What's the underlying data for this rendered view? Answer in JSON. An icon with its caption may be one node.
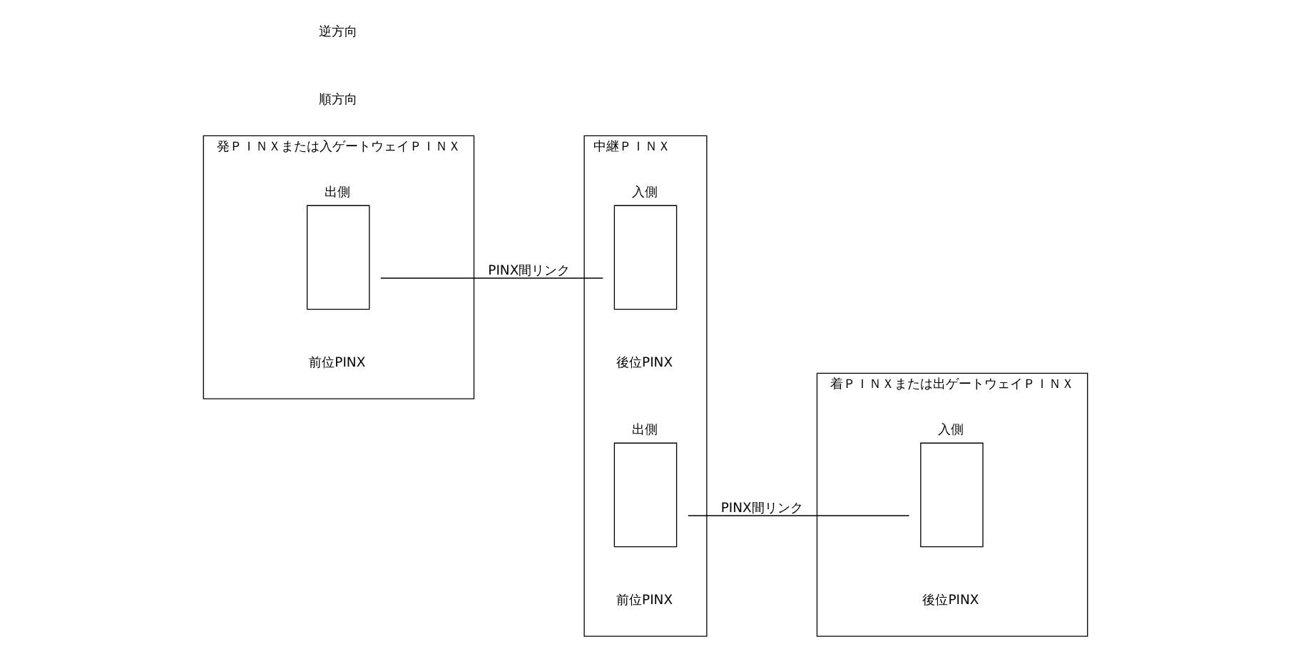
{
  "diagram": {
    "nodes": [
      {
        "text": [
          "発ＰＩＮＸまたは入ゲートウェイＰＩＮＸ"
        ]
      },
      {
        "text": [
          "出側"
        ],
        "in": 0,
        "beside": [
          "前位PINX"
        ]
      },
      {
        "text": [
          "中継ＰＩＮＸ"
        ]
      },
      {
        "text": [
          "入側"
        ],
        "in": 2,
        "beside": [
          "後位PINX"
        ]
      },
      {
        "text": [
          "出側"
        ],
        "in": 2,
        "beside": [
          "前位PINX"
        ]
      },
      {
        "text": [
          "着ＰＩＮＸまたは出ゲートウェイＰＩＮＸ"
        ]
      },
      {
        "text": [
          "入側"
        ],
        "in": 5,
        "beside": [
          "後位PINX"
        ]
      }
    ],
    "edges": [
      {
        "from": 1,
        "to": 3,
        "arrow": "none",
        "label": "PINX間リンク"
      },
      {
        "from": 4,
        "to": 6,
        "arrow": "none",
        "label": "PINX間リンク"
      }
    ],
    "labels": [
      "順方向",
      "逆方向"
    ]
  }
}
